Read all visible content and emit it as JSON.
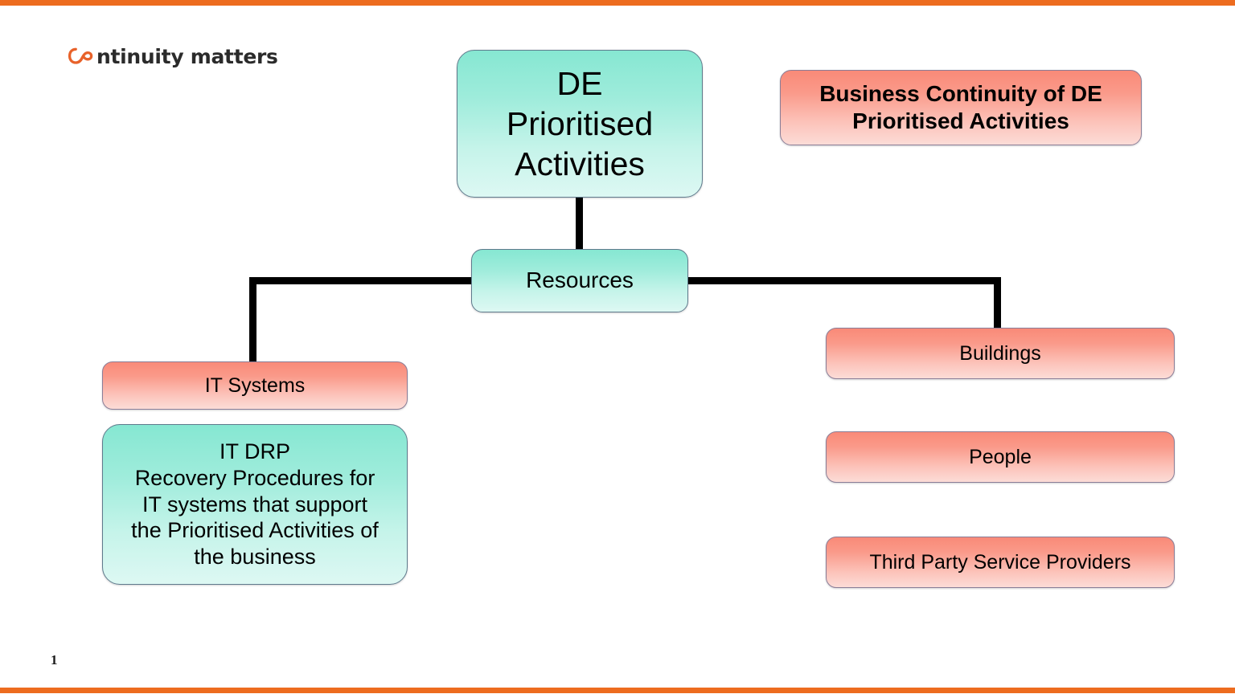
{
  "slide": {
    "page_number": "1",
    "accent_color": "#ed6c1f",
    "background": "#ffffff"
  },
  "logo": {
    "mark_name": "infinity-mark-icon",
    "mark_color": "#e8622a",
    "text": "ntinuity matters",
    "full_text": "continuity matters",
    "text_color": "#2b2b2b"
  },
  "title_box": {
    "label": "Business Continuity of DE Prioritised Activities",
    "fill_top": "#f98a78",
    "fill_bottom": "#fcdcd7",
    "border": "#8a7d97"
  },
  "diagram": {
    "nodes": [
      {
        "id": "de-prioritised-activities",
        "label": "DE\nPrioritised\nActivities",
        "style": "teal",
        "fill_top": "#86e7d2",
        "fill_bottom": "#ddf8f3",
        "border": "#5f7a8c"
      },
      {
        "id": "resources",
        "label": "Resources",
        "style": "teal",
        "fill_top": "#86e7d2",
        "fill_bottom": "#ddf8f3",
        "border": "#5f7a8c"
      },
      {
        "id": "it-systems",
        "label": "IT Systems",
        "style": "salmon",
        "fill_top": "#f98a78",
        "fill_bottom": "#fcdcd7",
        "border": "#8a7d97"
      },
      {
        "id": "it-drp",
        "label": "IT DRP\nRecovery Procedures for\nIT systems that support\nthe Prioritised Activities of\nthe business",
        "style": "teal",
        "fill_top": "#86e7d2",
        "fill_bottom": "#ddf8f3",
        "border": "#5f7a8c"
      },
      {
        "id": "buildings",
        "label": "Buildings",
        "style": "salmon",
        "fill_top": "#f98a78",
        "fill_bottom": "#fcdcd7",
        "border": "#8a7d97"
      },
      {
        "id": "people",
        "label": "People",
        "style": "salmon",
        "fill_top": "#f98a78",
        "fill_bottom": "#fcdcd7",
        "border": "#8a7d97"
      },
      {
        "id": "third-party-service-providers",
        "label": "Third Party Service Providers",
        "style": "salmon",
        "fill_top": "#f98a78",
        "fill_bottom": "#fcdcd7",
        "border": "#8a7d97"
      }
    ],
    "edges": [
      {
        "from": "de-prioritised-activities",
        "to": "resources",
        "color": "#000000"
      },
      {
        "from": "resources",
        "to": "it-systems",
        "color": "#000000"
      },
      {
        "from": "resources",
        "to": "buildings",
        "color": "#000000"
      }
    ]
  }
}
